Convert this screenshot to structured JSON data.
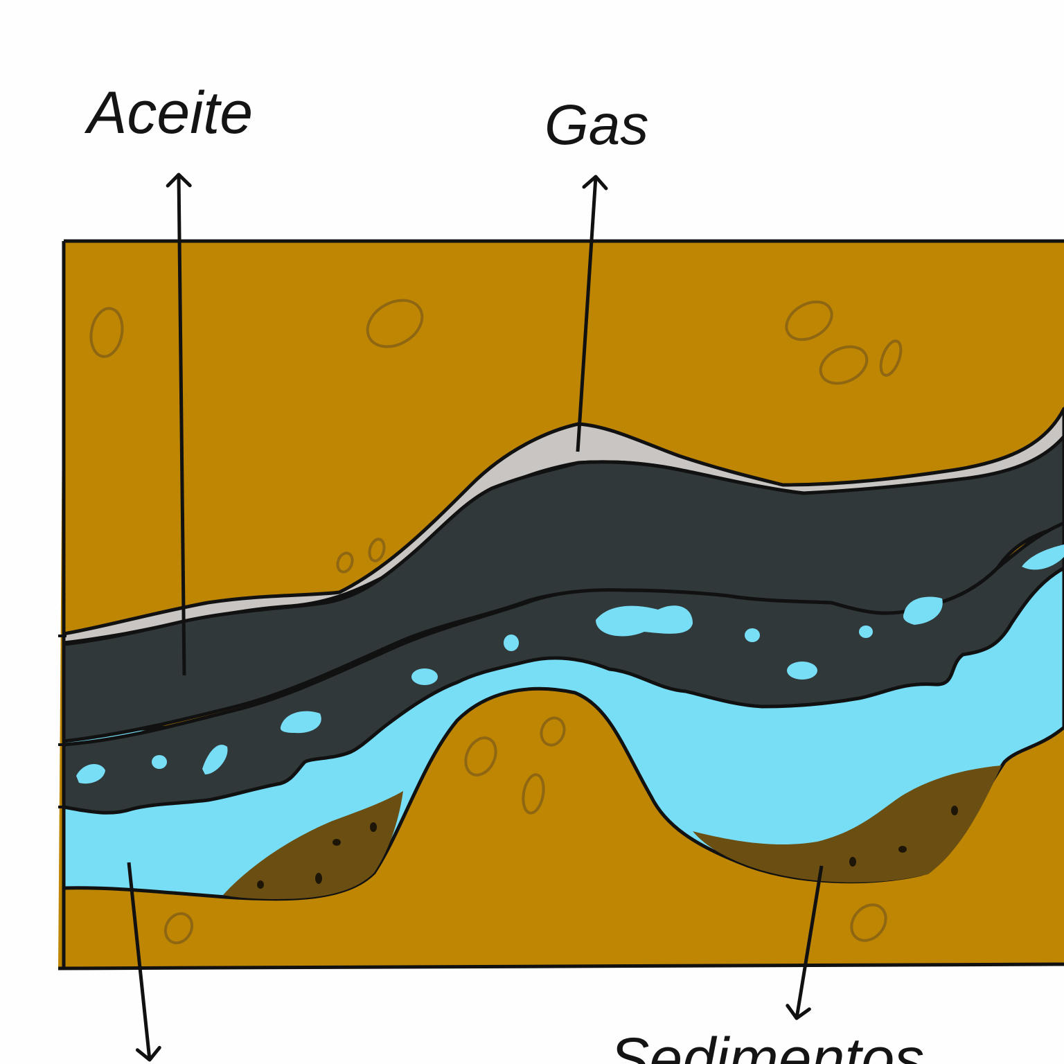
{
  "labels": {
    "aceite": "Aceite",
    "gas": "Gas",
    "sedimentos": "Sedimentos"
  },
  "colors": {
    "rock": "#be8603",
    "rock_pebble_outline": "#8f6713",
    "oil": "#30383a",
    "gas": "#c8c5c3",
    "water": "#78def6",
    "sediment": "#6a4e12",
    "outline": "#111111"
  }
}
